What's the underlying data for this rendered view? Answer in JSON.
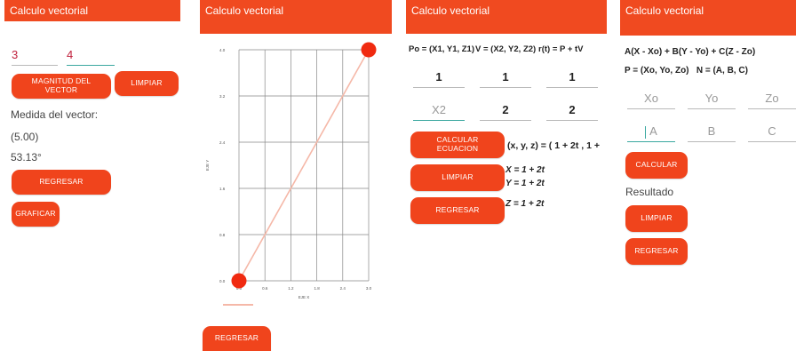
{
  "app_title": "Calculo vectorial",
  "screen1": {
    "x_value": "3",
    "y_value": "4",
    "magnitude_button": "MAGNITUD DEL VECTOR",
    "clear_button": "LIMPIAR",
    "measure_label": "Medida del vector:",
    "magnitude_result": "(5.00)",
    "angle_result": "53.13°",
    "back_button": "REGRESAR",
    "graph_button": "GRAFICAR"
  },
  "screen2": {
    "x_axis_label": "EJE X",
    "y_axis_label": "EJE Y",
    "back_button": "REGRESAR",
    "chart_data": {
      "type": "line",
      "x_ticks": [
        "0.0",
        "0.6",
        "1.2",
        "1.8",
        "2.4",
        "3.0"
      ],
      "y_ticks": [
        "0.0",
        "0.8",
        "1.6",
        "2.4",
        "3.2",
        "4.0"
      ],
      "xlim": [
        0,
        3
      ],
      "ylim": [
        0,
        4
      ],
      "points": [
        {
          "x": 0,
          "y": 0
        },
        {
          "x": 3,
          "y": 4
        }
      ],
      "line_color": "#f5b8a8",
      "point_color": "#f02a10",
      "grid": true
    }
  },
  "screen3": {
    "formula_left": "Po = (X1, Y1, Z1)",
    "formula_mid": "V = (X2, Y2, Z2)",
    "formula_right": "r(t) = P + tV",
    "row1": [
      "1",
      "1",
      "1"
    ],
    "row2_hint": "X2",
    "row2": [
      "2",
      "2"
    ],
    "calc_button": "CALCULAR ECUACION",
    "result_line": "(x, y, z) = ( 1 + 2t , 1 +",
    "clear_button": "LIMPIAR",
    "eq_x": "X = 1 + 2t",
    "eq_y": "Y = 1 + 2t",
    "back_button": "REGRESAR",
    "eq_z": "Z = 1 + 2t"
  },
  "screen4": {
    "formula1": "A(X - Xo) + B(Y - Yo) + C(Z - Zo)",
    "formula2": "P = (Xo, Yo, Zo)   N = (A, B, C)",
    "hints_row1": [
      "Xo",
      "Yo",
      "Zo"
    ],
    "hints_row2": [
      "A",
      "B",
      "C"
    ],
    "calc_button": "CALCULAR",
    "result_label": "Resultado",
    "clear_button": "LIMPIAR",
    "back_button": "REGRESAR"
  },
  "colors": {
    "accent": "#f04a20",
    "button": "#f0441c",
    "focus_underline": "#3aa8a0",
    "input_text_red": "#c0203c"
  }
}
